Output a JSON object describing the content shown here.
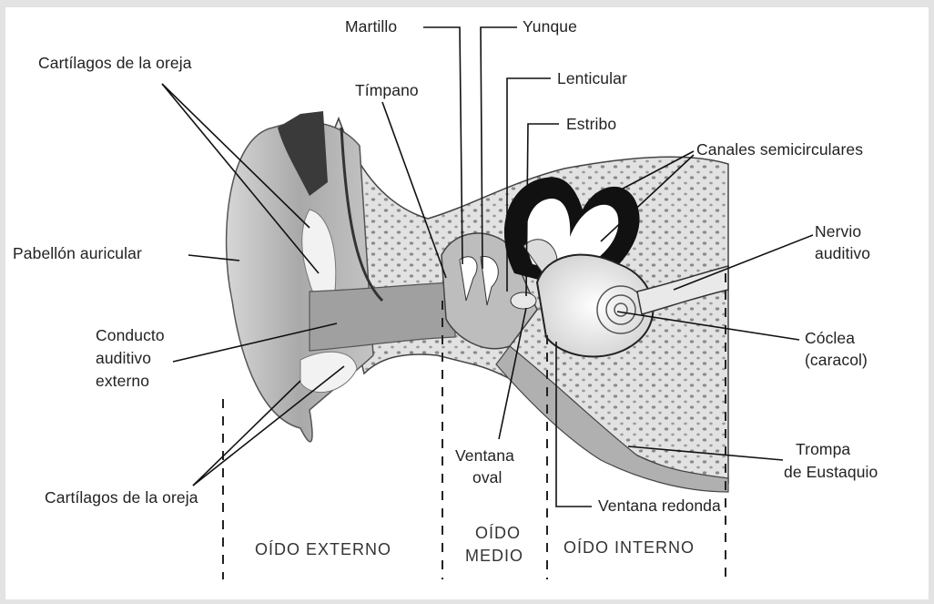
{
  "labels": {
    "martillo": "Martillo",
    "yunque": "Yunque",
    "lenticular": "Lenticular",
    "estribo": "Estribo",
    "timpano": "Tímpano",
    "canales": "Canales semicirculares",
    "nervio_1": "Nervio",
    "nervio_2": "auditivo",
    "coclea_1": "Cóclea",
    "coclea_2": "(caracol)",
    "trompa_1": "Trompa",
    "trompa_2": "de Eustaquio",
    "ventana_redonda": "Ventana redonda",
    "ventana_oval_1": "Ventana",
    "ventana_oval_2": "oval",
    "cartilagos_top": "Cartílagos de la oreja",
    "pabellon": "Pabellón auricular",
    "conducto_1": "Conducto",
    "conducto_2": "auditivo",
    "conducto_3": "externo",
    "cartilagos_bottom": "Cartílagos de la oreja"
  },
  "regions": {
    "externo": "OÍDO EXTERNO",
    "medio_1": "OÍDO",
    "medio_2": "MEDIO",
    "interno": "OÍDO INTERNO"
  },
  "colors": {
    "background": "#e3e3e3",
    "panel": "#ffffff",
    "ink": "#222222",
    "ear_shade": "#b8b8b8",
    "bone": "#dcdcdc"
  }
}
